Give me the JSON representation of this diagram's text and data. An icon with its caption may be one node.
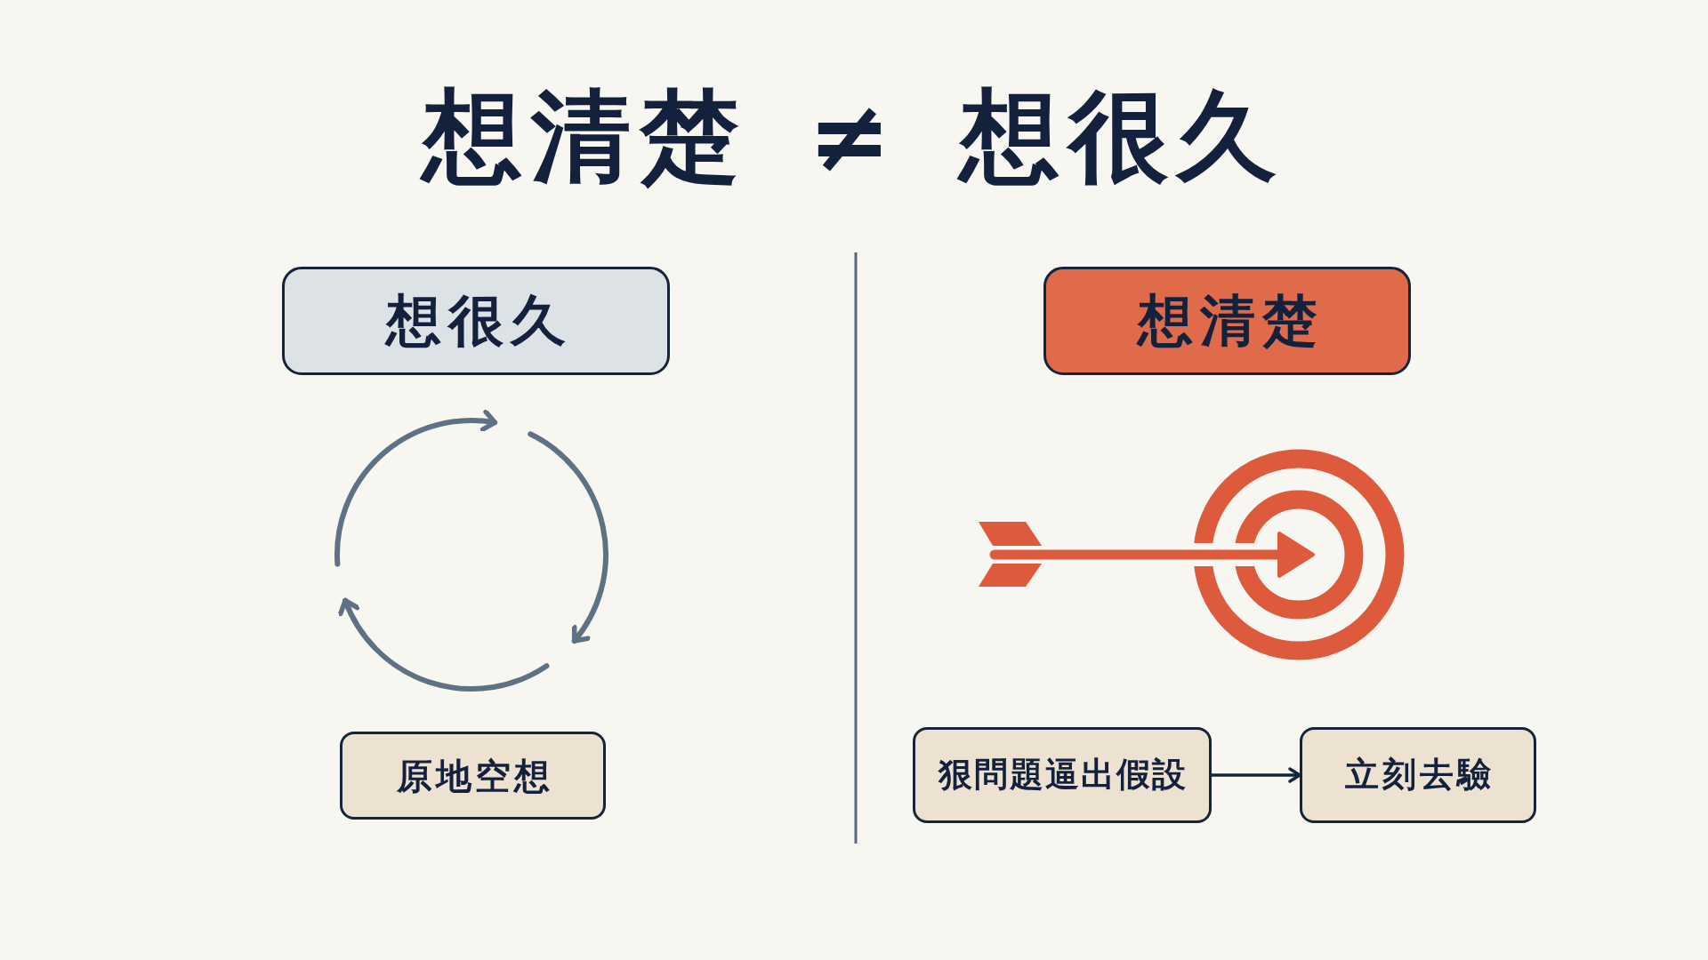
{
  "diagram": {
    "title": "想清楚 ≠ 想很久",
    "nodes": [
      {
        "text": [
          "想很久"
        ]
      },
      {
        "text": [
          "想清楚"
        ]
      },
      {
        "text": [
          "原地空想"
        ]
      },
      {
        "text": [
          "狠問題逼出假設"
        ]
      },
      {
        "text": [
          "立刻去驗"
        ]
      }
    ],
    "edges": [
      {
        "from": 3,
        "to": 4,
        "arrow": "to"
      }
    ]
  }
}
